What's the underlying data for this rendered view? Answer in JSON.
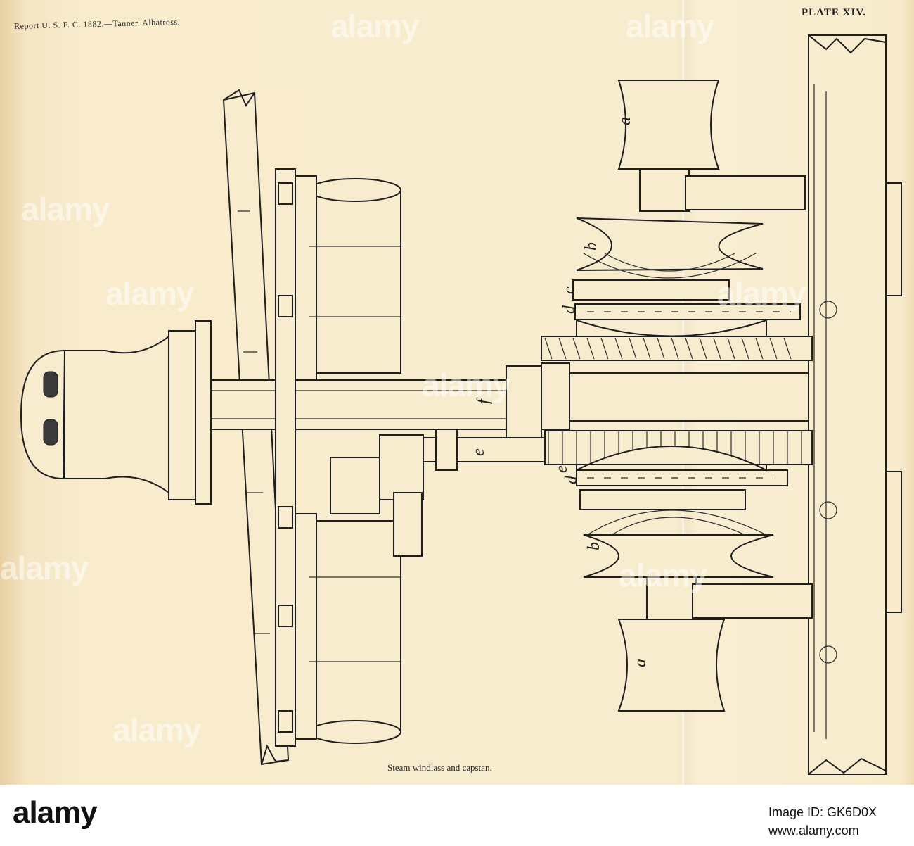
{
  "plate": {
    "header": "Report U. S. F. C. 1882.—Tanner. Albatross.",
    "number": "PLATE XIV.",
    "caption": "Steam windlass and capstan."
  },
  "part_labels": [
    "a",
    "b",
    "c",
    "d",
    "e",
    "f"
  ],
  "watermark": "alamy",
  "footer": {
    "logo": "alamy",
    "image_id": "Image ID: GK6D0X",
    "url": "www.alamy.com"
  }
}
